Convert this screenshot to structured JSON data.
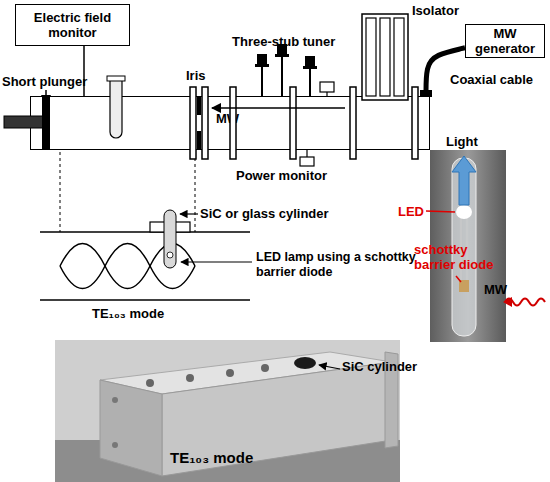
{
  "diagram": {
    "nodes": [
      {
        "text": [
          "Electric field monitor"
        ]
      },
      {
        "text": [
          "MW generator"
        ]
      },
      {
        "text": [
          "MW"
        ]
      }
    ],
    "edges": [
      {
        "from": 0,
        "to": 2,
        "arrow": "none"
      },
      {
        "from": 1,
        "to": 2,
        "arrow": "none"
      }
    ],
    "labels": [
      "Short plunger",
      "Iris",
      "Three-stub tuner",
      "Isolator",
      "Coaxial cable",
      "Power monitor",
      "SiC or glass cylinder",
      "LED lamp using a schottky barrier diode",
      "TE₁₀₃ mode",
      "Light",
      "LED",
      "schottky barrier diode",
      "MW",
      "SiC cylinder",
      "TE₁₀₃ mode"
    ]
  }
}
